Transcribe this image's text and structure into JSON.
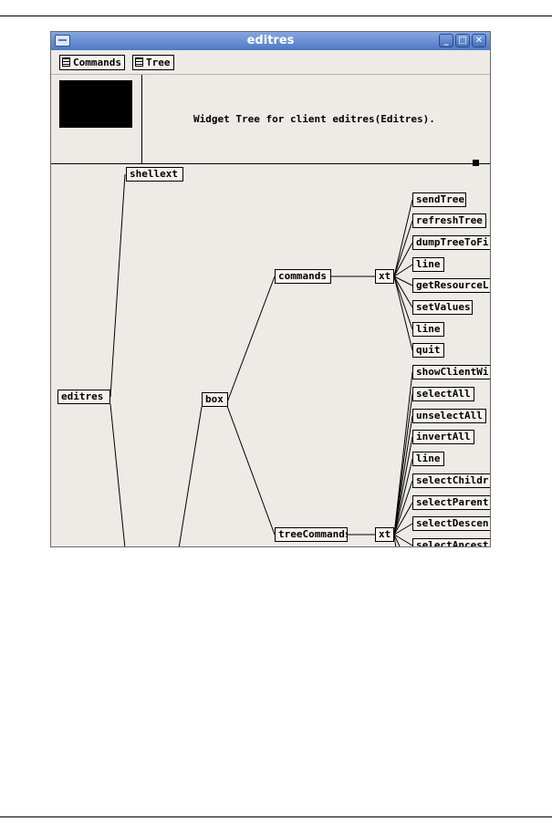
{
  "window": {
    "title": "editres"
  },
  "menu": {
    "commands": "Commands",
    "tree": "Tree"
  },
  "info": {
    "message": "Widget Tree for client editres(Editres)."
  },
  "tree": {
    "root": "editres",
    "shellext": "shellext",
    "box": "box",
    "commands": "commands",
    "commands_xt": "xt",
    "tree_commands": "treeCommands",
    "tree_commands_xt": "xt",
    "commands_children": [
      "sendTree",
      "refreshTree",
      "dumpTreeToFi",
      "line",
      "getResourceL",
      "setValues",
      "line",
      "quit"
    ],
    "tree_commands_children": [
      "showClientWi",
      "selectAll",
      "unselectAll",
      "invertAll",
      "line",
      "selectChildr",
      "selectParent",
      "selectDescen",
      "selectAncest"
    ]
  }
}
